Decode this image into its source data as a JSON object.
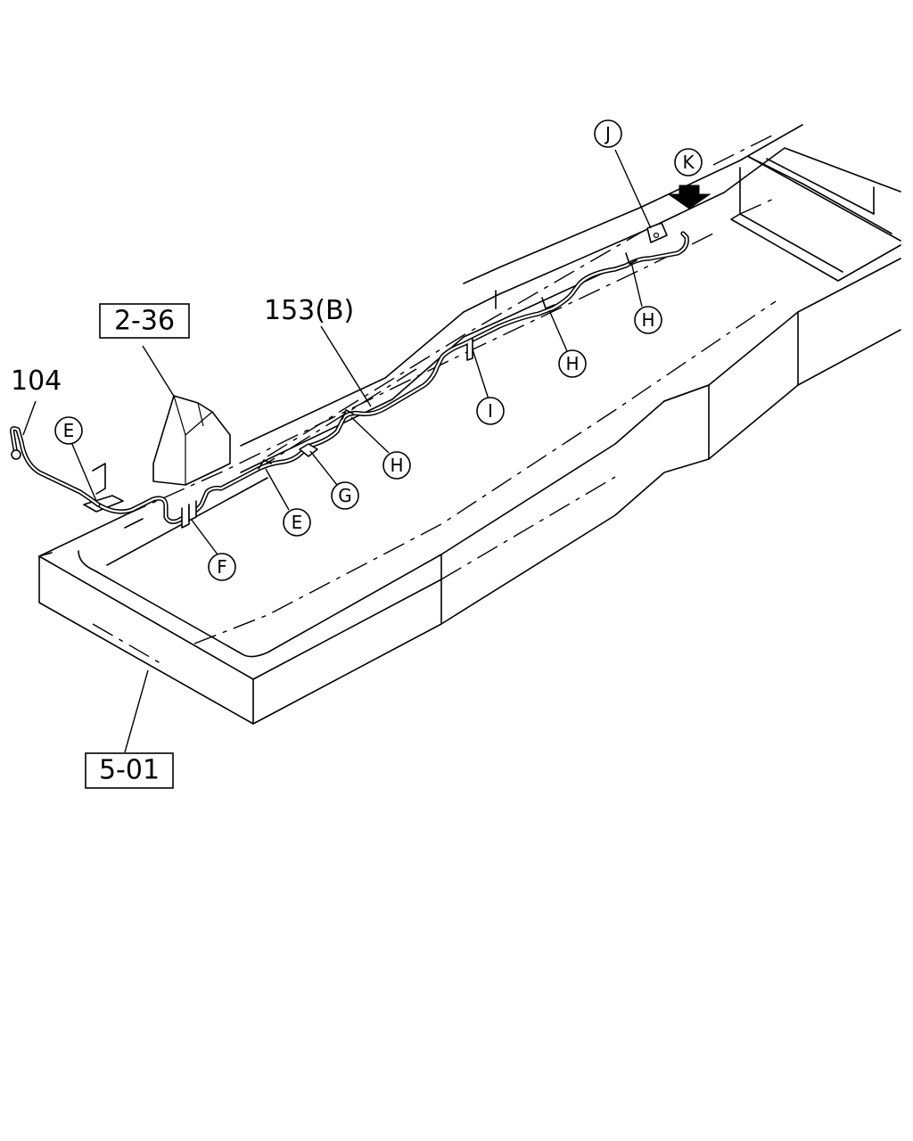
{
  "part_labels": {
    "hose": "104",
    "pipe": "153(B)"
  },
  "reference_boxes": {
    "upper": "2-36",
    "lower": "5-01"
  },
  "callouts": {
    "e_left": "E",
    "f": "F",
    "e_mid": "E",
    "g": "G",
    "h_left": "H",
    "i": "I",
    "h_mid": "H",
    "h_right": "H",
    "j": "J",
    "k": "K"
  },
  "arrow": {
    "icon": "down-arrow-icon",
    "color": "#000000"
  }
}
